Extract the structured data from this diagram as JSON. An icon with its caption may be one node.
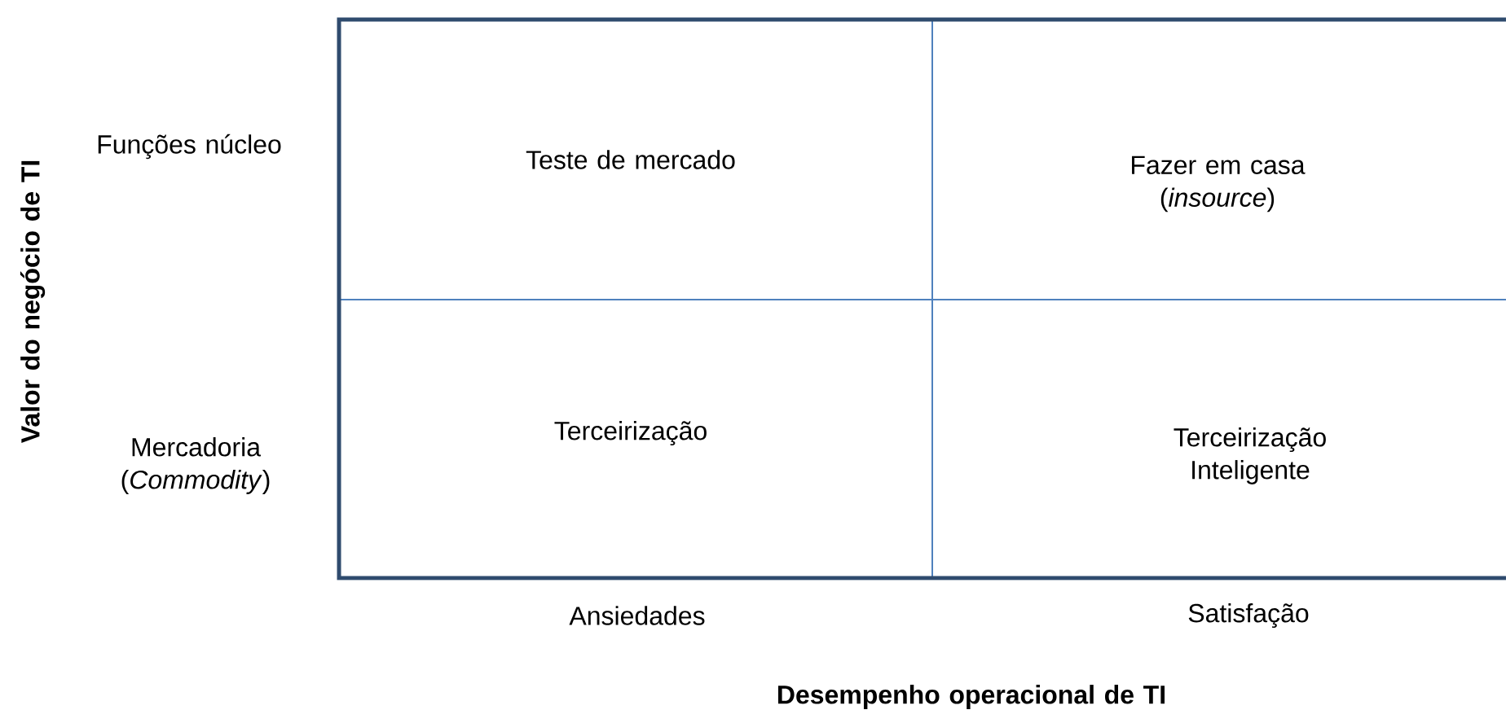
{
  "diagram": {
    "nodes": [
      {
        "text": [
          "Teste de mercado"
        ]
      },
      {
        "text": [
          "Fazer em casa (*insource*)"
        ]
      },
      {
        "text": [
          "Terceirização"
        ]
      },
      {
        "text": [
          "Terceirização Inteligente"
        ]
      }
    ],
    "labels": [
      "Funções núcleo",
      "Mercadoria (*Commodity*)",
      "Ansiedades",
      "Satisfação",
      "Valor do negócio de TI",
      "Desempenho operacional de TI"
    ]
  }
}
